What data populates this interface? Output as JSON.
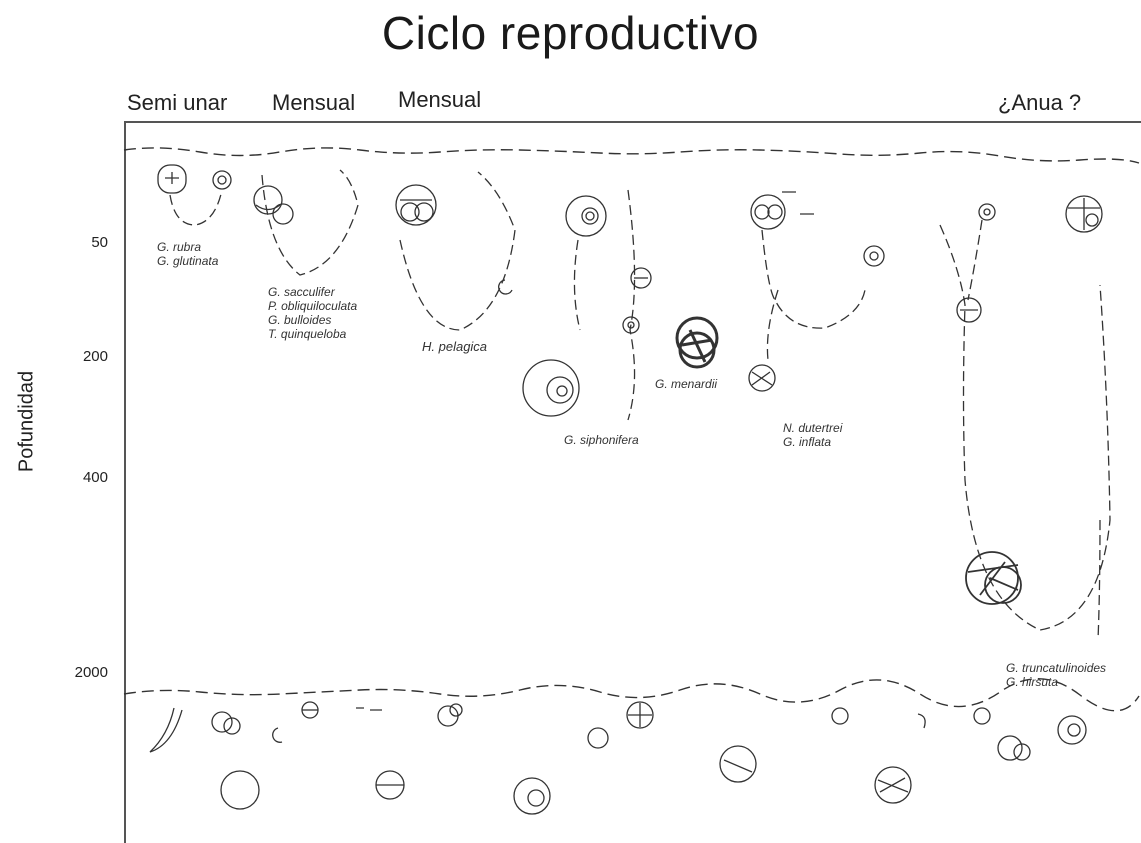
{
  "title": "Ciclo reproductivo",
  "cycles": {
    "semilunar": "Semi unar",
    "mensual_1": "Mensual",
    "mensual_2": "Mensual",
    "anual": "¿Anua ?"
  },
  "y_axis": {
    "label": "Pofundidad",
    "ticks": [
      "50",
      "200",
      "400",
      "2000"
    ]
  },
  "species_groups": {
    "group_1": [
      "G. rubra",
      "G. glutinata"
    ],
    "group_2": [
      "G. sacculifer",
      "P. obliquiloculata",
      "G. bulloides",
      "T. quinqueloba"
    ],
    "group_3": [
      "H. pelagica"
    ],
    "group_4": [
      "G. siphonifera"
    ],
    "group_5": [
      "G. menardii"
    ],
    "group_6": [
      "N. dutertrei",
      "G. inflata"
    ],
    "group_7": [
      "G. truncatulinoides",
      "G. hirsuta"
    ]
  }
}
